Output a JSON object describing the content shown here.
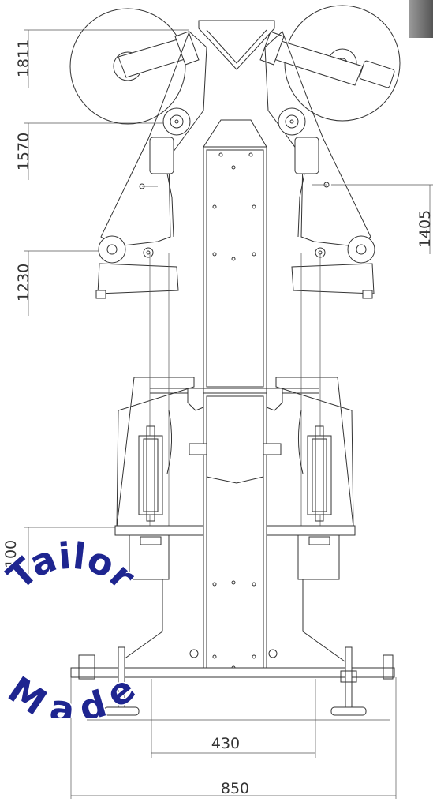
{
  "dimensions": {
    "left": [
      "1811",
      "1570",
      "1230",
      "100"
    ],
    "right": [
      "1405"
    ],
    "bottom": [
      "430",
      "850"
    ]
  },
  "logo": {
    "word_top": "Tailor",
    "word_bottom": "Made",
    "color": "#1e2590"
  }
}
